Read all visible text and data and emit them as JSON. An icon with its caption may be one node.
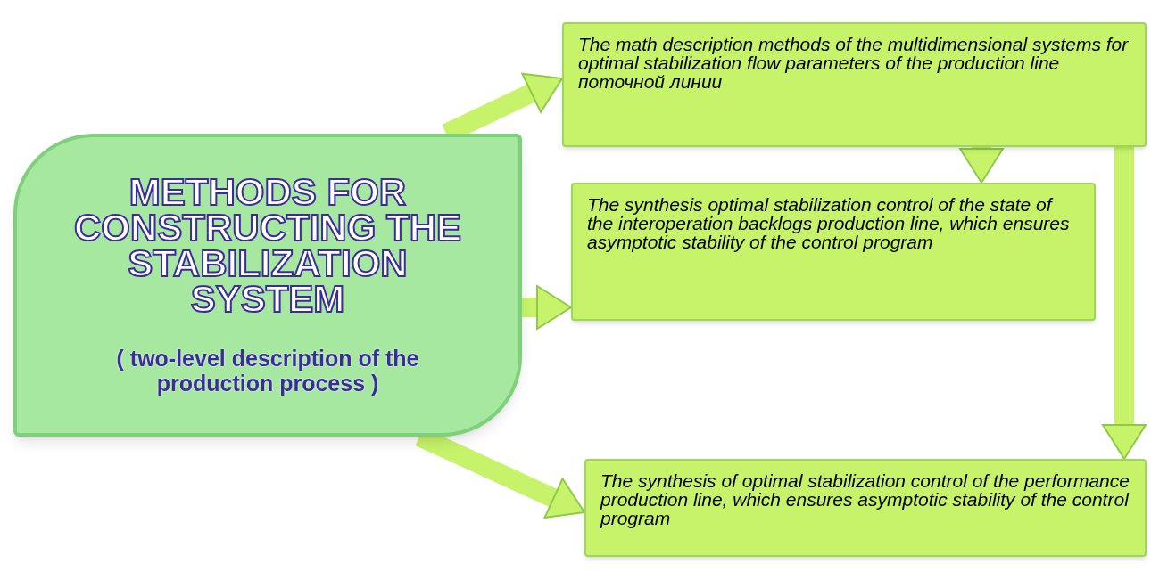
{
  "diagram": {
    "nodes": [
      {
        "text": [
          "METHODS FOR CONSTRUCTING THE STABILIZATION SYSTEM",
          "( two-level description of the production process )"
        ]
      },
      {
        "text": [
          "The math description methods of the multidimensional systems for optimal stabilization flow parameters of the production line поточной линии"
        ]
      },
      {
        "text": [
          "The synthesis optimal stabilization control of the state of the interoperation backlogs production line, which ensures asymptotic stability of the control program"
        ]
      },
      {
        "text": [
          "The synthesis of optimal stabilization control of the performance production line, which ensures asymptotic stability of the control program"
        ]
      }
    ],
    "edges": [
      {
        "from": 0,
        "to": 1,
        "arrow": "to"
      },
      {
        "from": 0,
        "to": 2,
        "arrow": "to"
      },
      {
        "from": 0,
        "to": 3,
        "arrow": "to"
      },
      {
        "from": 1,
        "to": 2,
        "arrow": "to"
      },
      {
        "from": 1,
        "to": 3,
        "arrow": "to"
      }
    ]
  }
}
